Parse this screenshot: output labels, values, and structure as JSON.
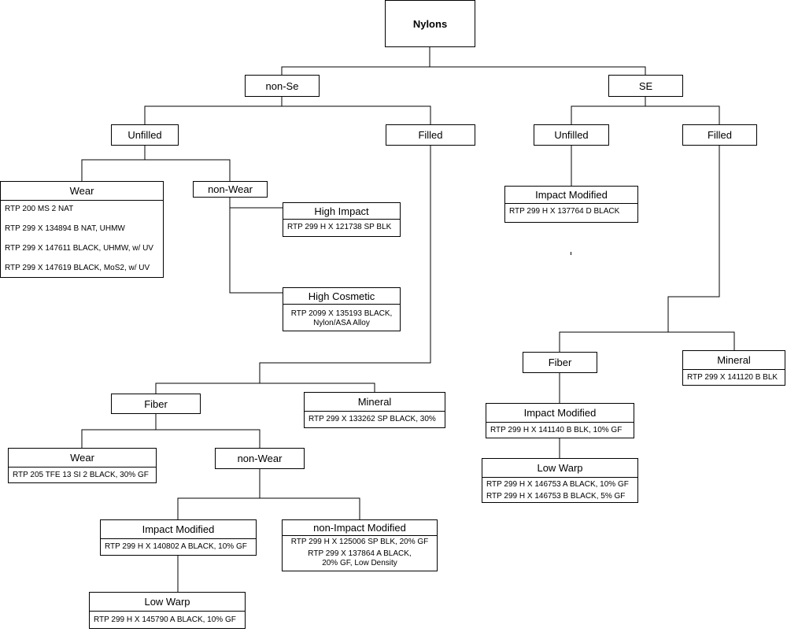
{
  "nodes": {
    "root": "Nylons",
    "non_se": "non-Se",
    "se": "SE",
    "nse_unfilled": "Unfilled",
    "nse_filled": "Filled",
    "se_unfilled": "Unfilled",
    "se_filled": "Filled",
    "nonwear": "non-Wear",
    "nse_fiber": "Fiber",
    "fiber_nonwear": "non-Wear",
    "se_fiber": "Fiber"
  },
  "tables": {
    "wear": {
      "title": "Wear",
      "rows": [
        "RTP 200 MS 2 NAT",
        "RTP 299 X 134894 B NAT, UHMW",
        "RTP 299 X 147611 BLACK, UHMW, w/ UV",
        "RTP 299 X 147619 BLACK, MoS2, w/ UV"
      ]
    },
    "high_impact": {
      "title": "High Impact",
      "rows": [
        "RTP 299 H X 121738 SP BLK"
      ]
    },
    "high_cosmetic": {
      "title": "High Cosmetic",
      "rows": [
        "RTP 2099 X 135193 BLACK,",
        "Nylon/ASA Alloy"
      ]
    },
    "nse_mineral": {
      "title": "Mineral",
      "rows": [
        "RTP 299 X 133262 SP BLACK, 30%"
      ]
    },
    "fiber_wear": {
      "title": "Wear",
      "rows": [
        "RTP 205 TFE 13 SI 2 BLACK, 30% GF"
      ]
    },
    "nse_impact_mod": {
      "title": "Impact Modified",
      "rows": [
        "RTP 299 H X 140802 A BLACK, 10% GF"
      ]
    },
    "nse_non_impact_mod": {
      "title": "non-Impact Modified",
      "rows": [
        "RTP 299 H X 125006 SP BLK, 20% GF",
        "RTP 299 X 137864 A BLACK,",
        "20% GF, Low Density"
      ]
    },
    "nse_low_warp": {
      "title": "Low Warp",
      "rows": [
        "RTP 299 H X 145790 A BLACK, 10% GF"
      ]
    },
    "se_unfilled_impact_mod": {
      "title": "Impact Modified",
      "rows": [
        "RTP 299 H X 137764 D BLACK"
      ]
    },
    "se_mineral": {
      "title": "Mineral",
      "rows": [
        "RTP 299 X 141120 B BLK"
      ]
    },
    "se_fiber_impact_mod": {
      "title": "Impact Modified",
      "rows": [
        "RTP 299 H X 141140 B BLK, 10% GF"
      ]
    },
    "se_low_warp": {
      "title": "Low Warp",
      "rows": [
        "RTP 299 H X 146753 A BLACK, 10% GF",
        "RTP 299 H X 146753 B BLACK, 5% GF"
      ]
    }
  }
}
